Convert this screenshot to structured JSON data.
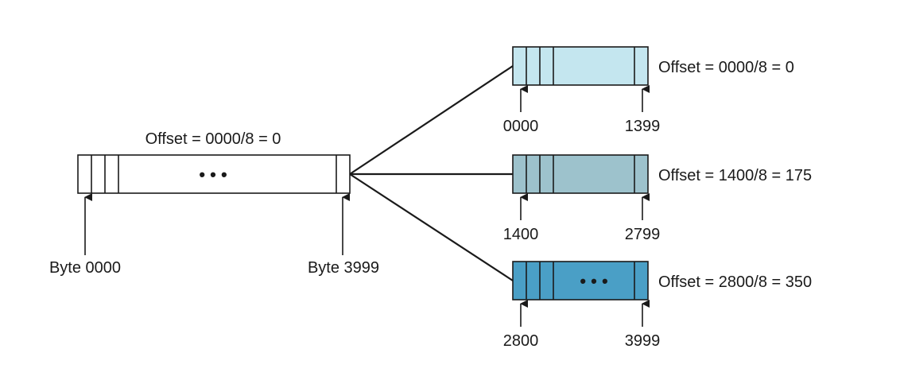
{
  "original": {
    "offset_label": "Offset = 0000/8 = 0",
    "ellipsis": "• • •",
    "start_label": "Byte 0000",
    "end_label": "Byte 3999"
  },
  "fragments": [
    {
      "offset_label": "Offset = 0000/8 = 0",
      "start": "0000",
      "end": "1399",
      "color": "#c4e6ef",
      "ellipsis": ""
    },
    {
      "offset_label": "Offset = 1400/8 = 175",
      "start": "1400",
      "end": "2799",
      "color": "#9dc2cc",
      "ellipsis": ""
    },
    {
      "offset_label": "Offset = 2800/8 = 350",
      "start": "2800",
      "end": "3999",
      "color": "#4a9fc6",
      "ellipsis": "• • •"
    }
  ],
  "colors": {
    "stroke": "#1a1a1a",
    "original_fill": "#ffffff"
  }
}
